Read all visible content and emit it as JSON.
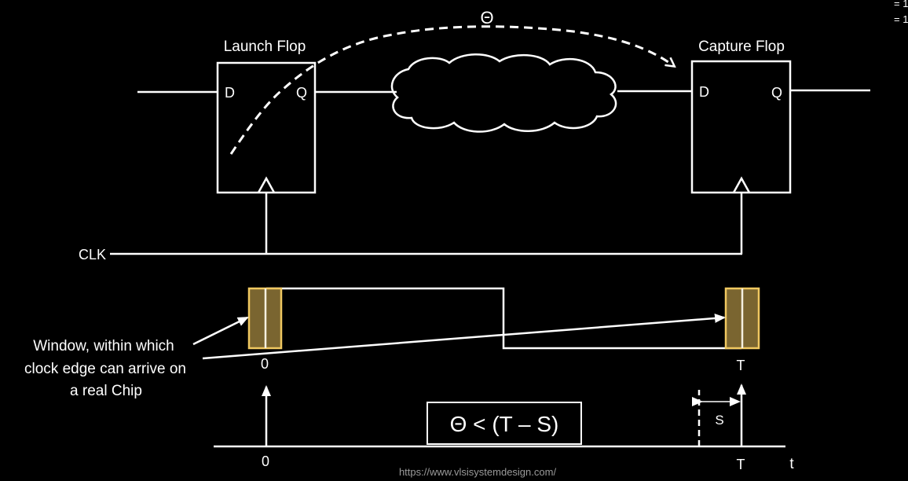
{
  "colors": {
    "background": "#000000",
    "stroke": "#ffffff",
    "window_fill": "#7a6530",
    "window_border": "#f0c860",
    "watermark": "#9a9a9a"
  },
  "delay_symbol": "Θ",
  "launch_flop": {
    "title": "Launch Flop",
    "d_pin": "D",
    "q_pin": "Q"
  },
  "capture_flop": {
    "title": "Capture Flop",
    "d_pin": "D",
    "q_pin": "Q"
  },
  "clock_label": "CLK",
  "window_note": {
    "lines": [
      "Window, within which",
      "clock edge can arrive on",
      "a real Chip"
    ]
  },
  "clock_waveform": {
    "start_label": "0",
    "end_label": "T"
  },
  "timeline": {
    "origin_label": "0",
    "capture_label": "T",
    "axis_label": "t",
    "setup_label": "S"
  },
  "condition": "Θ < (T – S)",
  "corner_marks": [
    "= 1",
    "= 1"
  ],
  "footer_url": "https://www.vlsisystemdesign.com/"
}
